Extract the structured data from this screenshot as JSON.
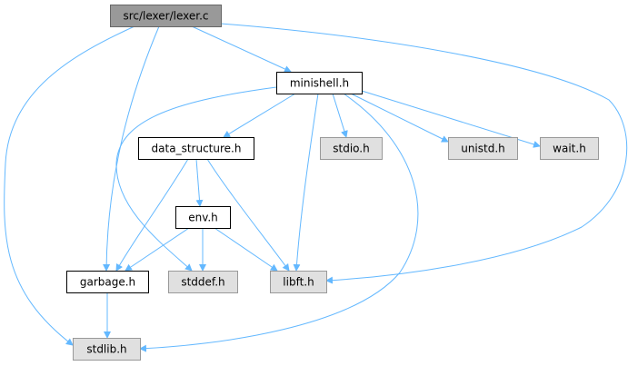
{
  "colors": {
    "edge": "#63b8ff",
    "root_fill": "#999999",
    "root_stroke": "#666666",
    "local_fill": "#ffffff",
    "local_stroke": "#000000",
    "system_fill": "#e0e0e0",
    "system_stroke": "#999999"
  },
  "nodes": {
    "lexer_c": {
      "label": "src/lexer/lexer.c",
      "kind": "root"
    },
    "minishell_h": {
      "label": "minishell.h",
      "kind": "local"
    },
    "data_structure_h": {
      "label": "data_structure.h",
      "kind": "local"
    },
    "stdio_h": {
      "label": "stdio.h",
      "kind": "system"
    },
    "unistd_h": {
      "label": "unistd.h",
      "kind": "system"
    },
    "wait_h": {
      "label": "wait.h",
      "kind": "system"
    },
    "env_h": {
      "label": "env.h",
      "kind": "local"
    },
    "garbage_h": {
      "label": "garbage.h",
      "kind": "local"
    },
    "stddef_h": {
      "label": "stddef.h",
      "kind": "system"
    },
    "libft_h": {
      "label": "libft.h",
      "kind": "system"
    },
    "stdlib_h": {
      "label": "stdlib.h",
      "kind": "system"
    }
  },
  "edges": [
    {
      "from": "lexer_c",
      "to": "minishell_h"
    },
    {
      "from": "lexer_c",
      "to": "garbage_h"
    },
    {
      "from": "lexer_c",
      "to": "stdlib_h"
    },
    {
      "from": "lexer_c",
      "to": "libft_h"
    },
    {
      "from": "minishell_h",
      "to": "data_structure_h"
    },
    {
      "from": "minishell_h",
      "to": "stdio_h"
    },
    {
      "from": "minishell_h",
      "to": "unistd_h"
    },
    {
      "from": "minishell_h",
      "to": "wait_h"
    },
    {
      "from": "minishell_h",
      "to": "libft_h"
    },
    {
      "from": "minishell_h",
      "to": "stddef_h"
    },
    {
      "from": "minishell_h",
      "to": "stdlib_h"
    },
    {
      "from": "data_structure_h",
      "to": "env_h"
    },
    {
      "from": "data_structure_h",
      "to": "garbage_h"
    },
    {
      "from": "data_structure_h",
      "to": "libft_h"
    },
    {
      "from": "env_h",
      "to": "garbage_h"
    },
    {
      "from": "env_h",
      "to": "stddef_h"
    },
    {
      "from": "env_h",
      "to": "libft_h"
    },
    {
      "from": "garbage_h",
      "to": "stdlib_h"
    }
  ]
}
